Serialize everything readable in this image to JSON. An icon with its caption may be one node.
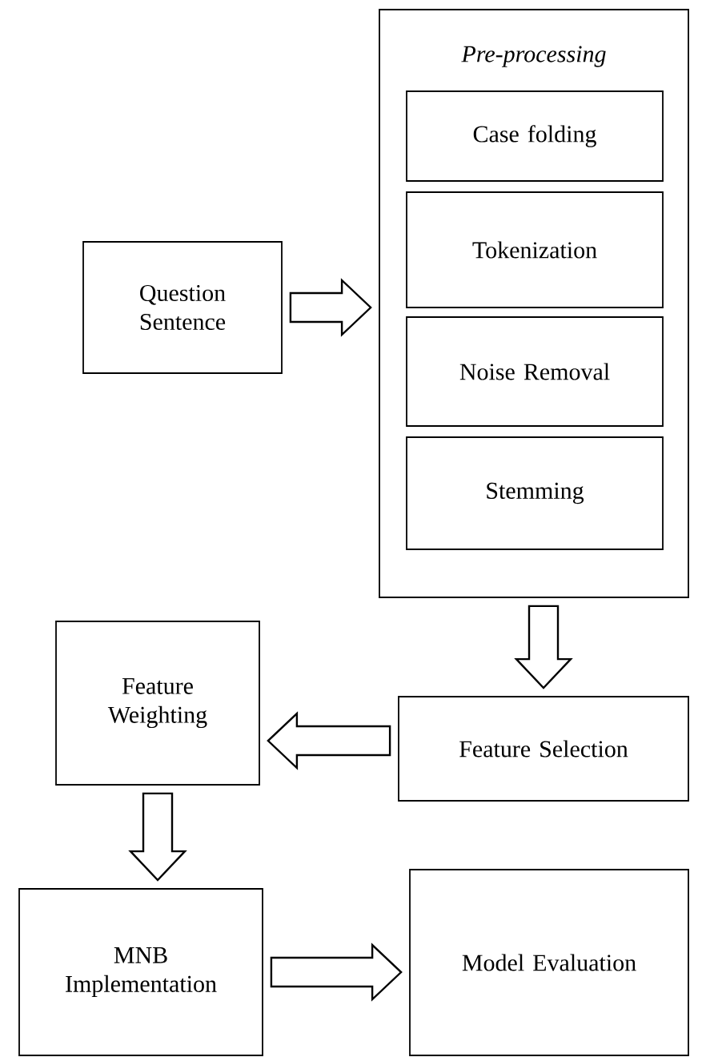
{
  "diagram": {
    "nodes": [
      {
        "text": [
          "Question Sentence"
        ]
      },
      {
        "text": [
          "Pre-processing"
        ]
      },
      {
        "text": [
          "Case folding"
        ],
        "in": 1
      },
      {
        "text": [
          "Tokenization"
        ],
        "in": 1
      },
      {
        "text": [
          "Noise Removal"
        ],
        "in": 1
      },
      {
        "text": [
          "Stemming"
        ],
        "in": 1
      },
      {
        "text": [
          "Feature Selection"
        ]
      },
      {
        "text": [
          "Feature Weighting"
        ]
      },
      {
        "text": [
          "MNB Implementation"
        ]
      },
      {
        "text": [
          "Model Evaluation"
        ]
      }
    ],
    "edges": [
      {
        "from": 0,
        "to": 1,
        "arrow": "to"
      },
      {
        "from": 1,
        "to": 6,
        "arrow": "to"
      },
      {
        "from": 6,
        "to": 7,
        "arrow": "to"
      },
      {
        "from": 7,
        "to": 8,
        "arrow": "to"
      },
      {
        "from": 8,
        "to": 9,
        "arrow": "to"
      }
    ]
  }
}
